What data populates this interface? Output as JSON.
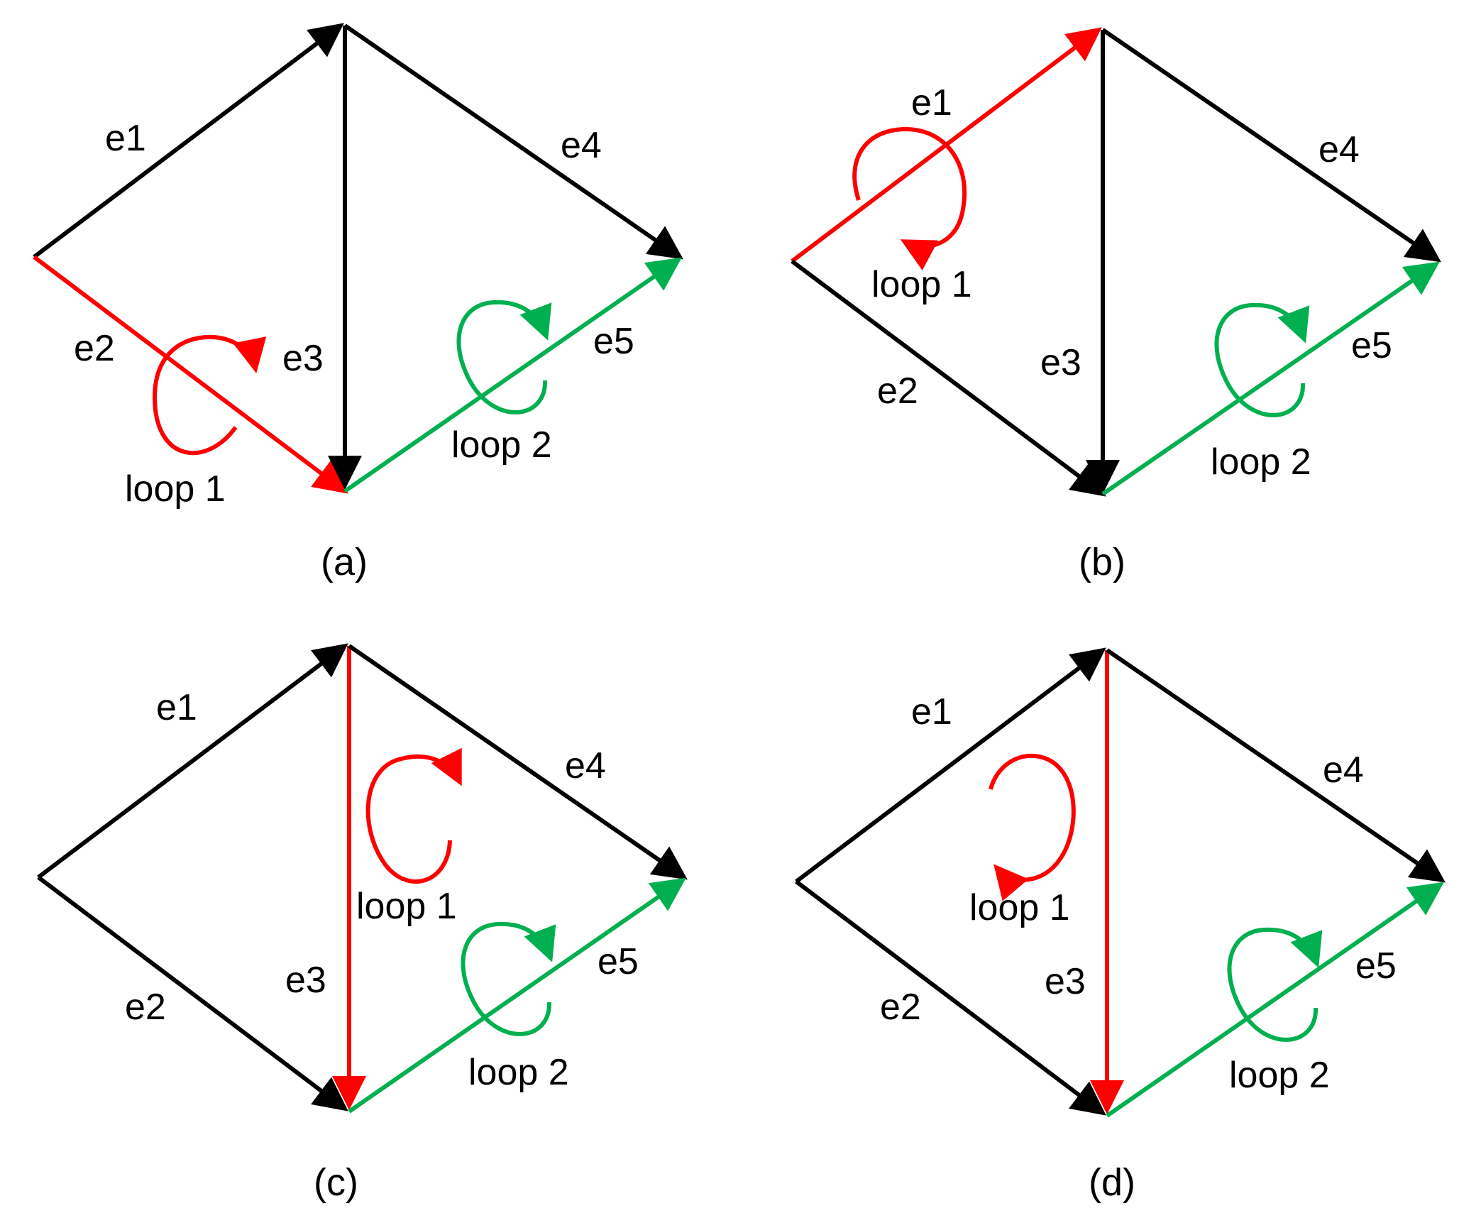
{
  "colors": {
    "black": "#000000",
    "red": "#ff0000",
    "green": "#00b050"
  },
  "panels": [
    {
      "caption": "(a)",
      "edges": [
        {
          "label": "e1",
          "color": "black"
        },
        {
          "label": "e2",
          "color": "red"
        },
        {
          "label": "e3",
          "color": "black"
        },
        {
          "label": "e4",
          "color": "black"
        },
        {
          "label": "e5",
          "color": "green"
        }
      ],
      "loops": [
        {
          "label": "loop 1",
          "color": "red",
          "direction": "clockwise",
          "on_edge": "e2"
        },
        {
          "label": "loop 2",
          "color": "green",
          "direction": "clockwise",
          "on_edge": "e5"
        }
      ]
    },
    {
      "caption": "(b)",
      "edges": [
        {
          "label": "e1",
          "color": "red"
        },
        {
          "label": "e2",
          "color": "black"
        },
        {
          "label": "e3",
          "color": "black"
        },
        {
          "label": "e4",
          "color": "black"
        },
        {
          "label": "e5",
          "color": "green"
        }
      ],
      "loops": [
        {
          "label": "loop 1",
          "color": "red",
          "direction": "counterclockwise",
          "on_edge": "e1"
        },
        {
          "label": "loop 2",
          "color": "green",
          "direction": "clockwise",
          "on_edge": "e5"
        }
      ]
    },
    {
      "caption": "(c)",
      "edges": [
        {
          "label": "e1",
          "color": "black"
        },
        {
          "label": "e2",
          "color": "black"
        },
        {
          "label": "e3",
          "color": "red"
        },
        {
          "label": "e4",
          "color": "black"
        },
        {
          "label": "e5",
          "color": "green"
        }
      ],
      "loops": [
        {
          "label": "loop 1",
          "color": "red",
          "direction": "clockwise",
          "on_edge": "e3"
        },
        {
          "label": "loop 2",
          "color": "green",
          "direction": "clockwise",
          "on_edge": "e5"
        }
      ]
    },
    {
      "caption": "(d)",
      "edges": [
        {
          "label": "e1",
          "color": "black"
        },
        {
          "label": "e2",
          "color": "black"
        },
        {
          "label": "e3",
          "color": "red"
        },
        {
          "label": "e4",
          "color": "black"
        },
        {
          "label": "e5",
          "color": "green"
        }
      ],
      "loops": [
        {
          "label": "loop 1",
          "color": "red",
          "direction": "counterclockwise",
          "on_edge": "e3"
        },
        {
          "label": "loop 2",
          "color": "green",
          "direction": "clockwise",
          "on_edge": "e5"
        }
      ]
    }
  ]
}
